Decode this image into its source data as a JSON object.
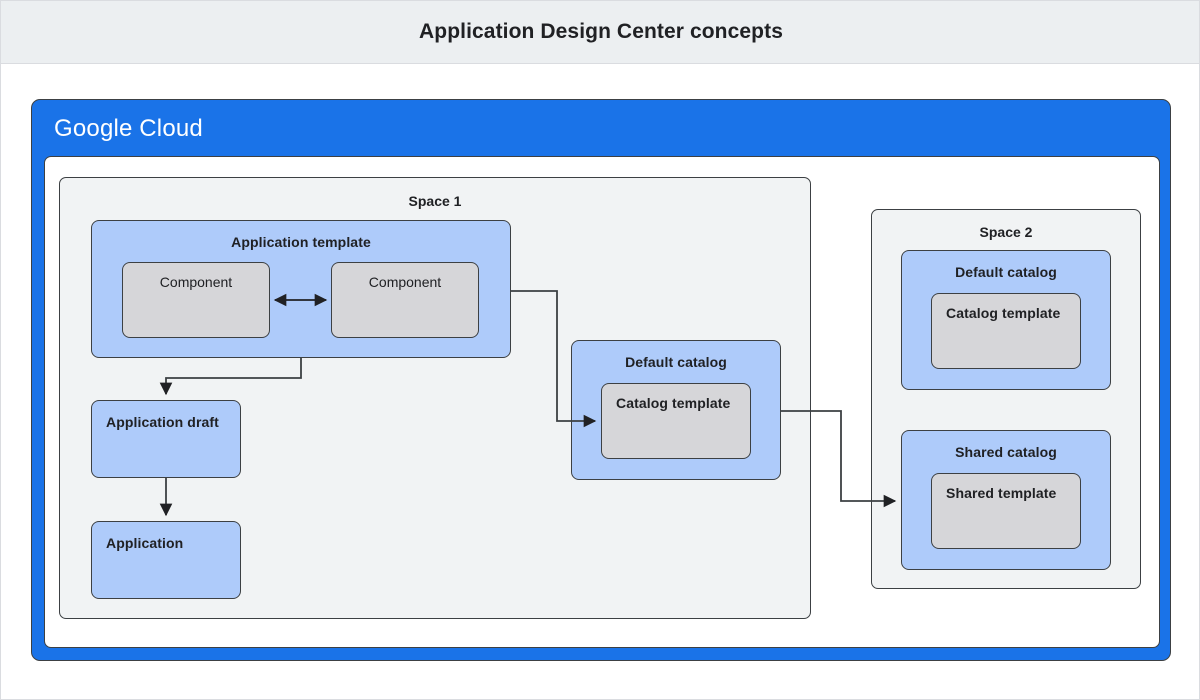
{
  "titlebar": {
    "title": "Application Design Center concepts"
  },
  "cloud": {
    "logo_primary": "Google",
    "logo_secondary": "Cloud",
    "frame_color": "#1a73e8"
  },
  "palette": {
    "blue_box": "#aecbfa",
    "gray_box": "#d6d6d9",
    "space_bg": "#f1f3f4",
    "stroke": "#3c4043",
    "titlebar_bg": "#eceff1",
    "text": "#202124"
  },
  "space1": {
    "label": "Space 1",
    "app_template": {
      "title": "Application template",
      "components": [
        {
          "label": "Component"
        },
        {
          "label": "Component"
        }
      ]
    },
    "app_draft": {
      "label": "Application draft"
    },
    "application": {
      "label": "Application"
    },
    "default_catalog": {
      "title": "Default catalog",
      "template": {
        "label": "Catalog template"
      }
    }
  },
  "space2": {
    "label": "Space 2",
    "default_catalog": {
      "title": "Default catalog",
      "template": {
        "label": "Catalog template"
      }
    },
    "shared_catalog": {
      "title": "Shared catalog",
      "template": {
        "label": "Shared template"
      }
    }
  },
  "connectors": [
    {
      "name": "component-to-component",
      "kind": "bidirectional-arrow"
    },
    {
      "name": "app-template-to-app-draft",
      "kind": "arrow"
    },
    {
      "name": "app-draft-to-application",
      "kind": "arrow"
    },
    {
      "name": "app-template-to-default-catalog",
      "kind": "arrow"
    },
    {
      "name": "default-catalog-to-shared-catalog",
      "kind": "arrow"
    }
  ]
}
